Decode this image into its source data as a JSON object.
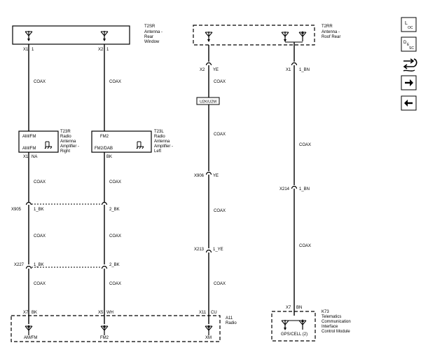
{
  "components": {
    "t2sr": {
      "ref": "T2SR",
      "lines": [
        "Antenna -",
        "Rear",
        "Window"
      ]
    },
    "t2rr": {
      "ref": "T2RR",
      "lines": [
        "Antenna -",
        "Roof Rear"
      ]
    },
    "t23r": {
      "ref": "T23R",
      "lines": [
        "Radio",
        "Antenna",
        "Amplifier -",
        "Right"
      ],
      "in_label": "AM/FM",
      "out_label": "AM/FM"
    },
    "t23l": {
      "ref": "T23L",
      "lines": [
        "Radio",
        "Antenna",
        "Amplifier -",
        "Left"
      ],
      "in_label": "FM2",
      "out_label": "FM2/DAB"
    },
    "a11": {
      "ref": "A11",
      "lines": [
        "Radio"
      ],
      "pin_amfm": "AM/FM",
      "pin_fm2": "FM2",
      "pin_xm": "XM"
    },
    "k73": {
      "ref": "K73",
      "lines": [
        "Telematics",
        "Communication",
        "Interface",
        "Control Module"
      ],
      "pin": "GPS/CELL (2)"
    },
    "inline": {
      "label": "U2K/U2M"
    }
  },
  "connectors": {
    "t2sr_x1": {
      "id": "X1",
      "pin": "1"
    },
    "t2sr_x2": {
      "id": "X2",
      "pin": "1"
    },
    "t23r_x1": {
      "id": "X1",
      "pin": "NA"
    },
    "t23l_pin": {
      "pin": "BK"
    },
    "xm_x2": {
      "id": "X2",
      "pin": "YE"
    },
    "t2rr_x1": {
      "id": "X1",
      "pin": "1_BN"
    },
    "x905": {
      "id": "X905",
      "pin_left": "1_BK",
      "pin_right": "2_BK"
    },
    "x227": {
      "id": "X227",
      "pin_left": "1_BK",
      "pin_right": "2_BK"
    },
    "x906": {
      "id": "X906",
      "pin": "YE"
    },
    "x213": {
      "id": "X213",
      "pin": "1_YE"
    },
    "x214": {
      "id": "X214",
      "pin": "1_BN"
    },
    "radio_x7": {
      "id": "X7",
      "pin": "BK"
    },
    "radio_x5": {
      "id": "X5",
      "pin": "WH"
    },
    "radio_x11": {
      "id": "X11",
      "pin": "CU"
    },
    "k73_x7": {
      "id": "X7",
      "pin": "BN"
    }
  },
  "wire_label": "COAX",
  "toolbar": {
    "loc_label": {
      "big": "L",
      "sub": "OC"
    },
    "desc_label": {
      "big": "D",
      "mid": "E",
      "sub": "SC"
    },
    "icons": [
      "location-icon",
      "description-icon",
      "harness-icon",
      "next-arrow-icon",
      "previous-arrow-icon"
    ]
  }
}
